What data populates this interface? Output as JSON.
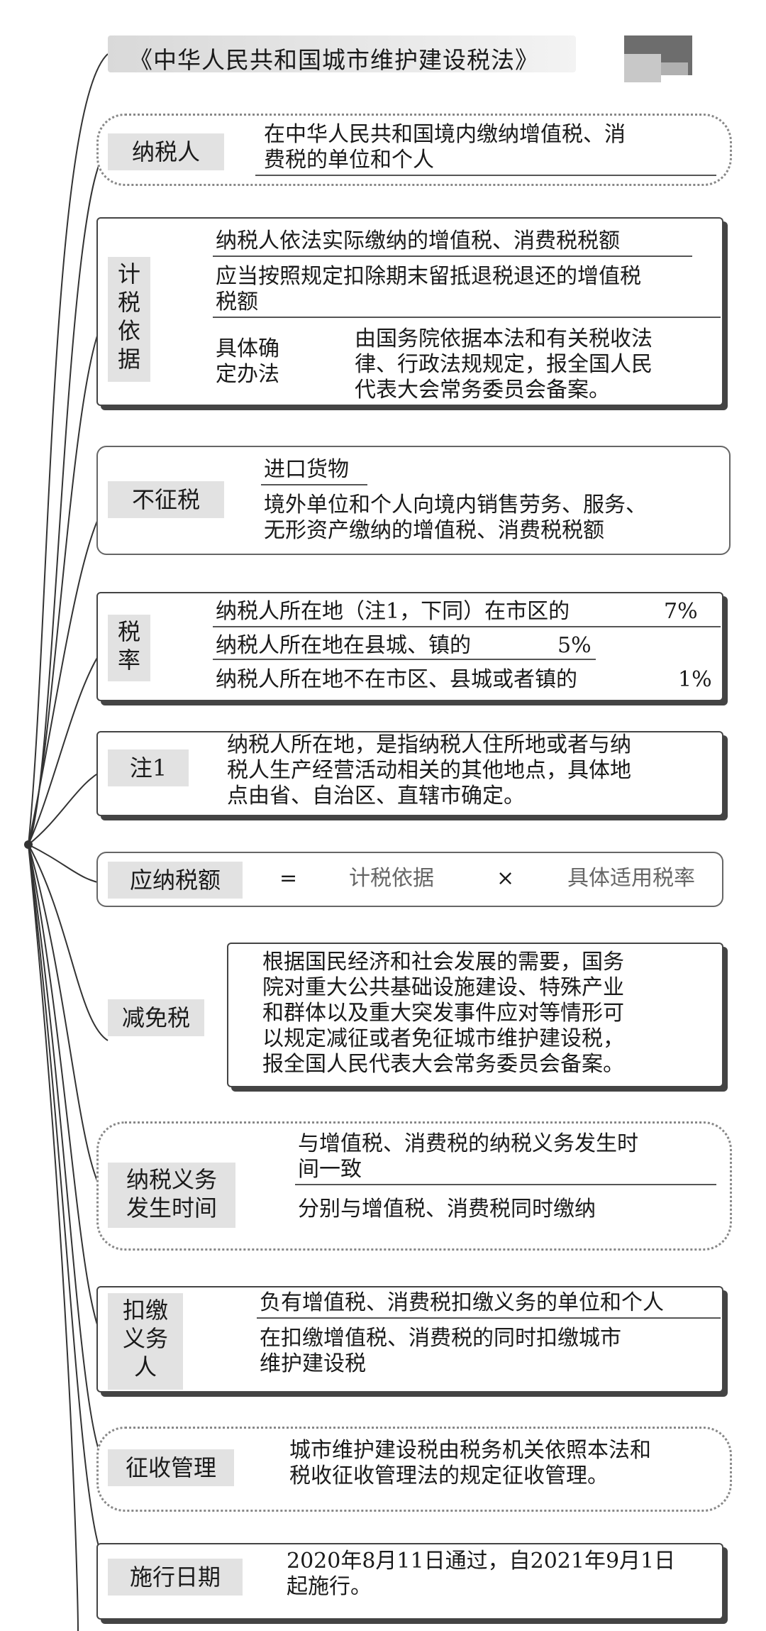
{
  "title": "《中华人民共和国城市维护建设税法》",
  "sections": {
    "taxpayer": {
      "label": "纳税人",
      "lines": [
        "在中华人民共和国境内缴纳增值税、消",
        "费税的单位和个人"
      ]
    },
    "tax_basis": {
      "label": "计税依据",
      "label_chars": [
        "计",
        "税",
        "依",
        "据"
      ],
      "item1": "纳税人依法实际缴纳的增值税、消费税税额",
      "item2_lines": [
        "应当按照规定扣除期末留抵退税退还的增值税",
        "税额"
      ],
      "item3_label_lines": [
        "具体确",
        "定办法"
      ],
      "item3_lines": [
        "由国务院依据本法和有关税收法",
        "律、行政法规规定，报全国人民",
        "代表大会常务委员会备案。"
      ]
    },
    "non_levy": {
      "label": "不征税",
      "item1": "进口货物",
      "item2_lines": [
        "境外单位和个人向境内销售劳务、服务、",
        "无形资产缴纳的增值税、消费税税额"
      ]
    },
    "tax_rate": {
      "label_chars": [
        "税",
        "率"
      ],
      "rows": [
        {
          "text": "纳税人所在地（注1，下同）在市区的",
          "rate": "7%"
        },
        {
          "text": "纳税人所在地在县城、镇的",
          "rate": "5%"
        },
        {
          "text": "纳税人所在地不在市区、县城或者镇的",
          "rate": "1%"
        }
      ]
    },
    "note1": {
      "label": "注1",
      "lines": [
        "纳税人所在地，是指纳税人住所地或者与纳",
        "税人生产经营活动相关的其他地点，具体地",
        "点由省、自治区、直辖市确定。"
      ]
    },
    "payable": {
      "label": "应纳税额",
      "eq": "=",
      "basis": "计税依据",
      "times": "×",
      "rate": "具体适用税率"
    },
    "relief": {
      "label": "减免税",
      "lines": [
        "根据国民经济和社会发展的需要，国务",
        "院对重大公共基础设施建设、特殊产业",
        "和群体以及重大突发事件应对等情形可",
        "以规定减征或者免征城市维护建设税，",
        "报全国人民代表大会常务委员会备案。"
      ]
    },
    "obligation_time": {
      "label_lines": [
        "纳税义务",
        "发生时间"
      ],
      "item1_lines": [
        "与增值税、消费税的纳税义务发生时",
        "间一致"
      ],
      "item2": "分别与增值税、消费税同时缴纳"
    },
    "withholding": {
      "label_chars": [
        "扣缴",
        "义务",
        "人"
      ],
      "item1": "负有增值税、消费税扣缴义务的单位和个人",
      "item2_lines": [
        "在扣缴增值税、消费税的同时扣缴城市",
        "维护建设税"
      ]
    },
    "administration": {
      "label": "征收管理",
      "lines": [
        "城市维护建设税由税务机关依照本法和",
        "税收征收管理法的规定征收管理。"
      ]
    },
    "effective": {
      "label": "施行日期",
      "lines": [
        "2020年8月11日通过，自2021年9月1日",
        "起施行。"
      ]
    }
  }
}
